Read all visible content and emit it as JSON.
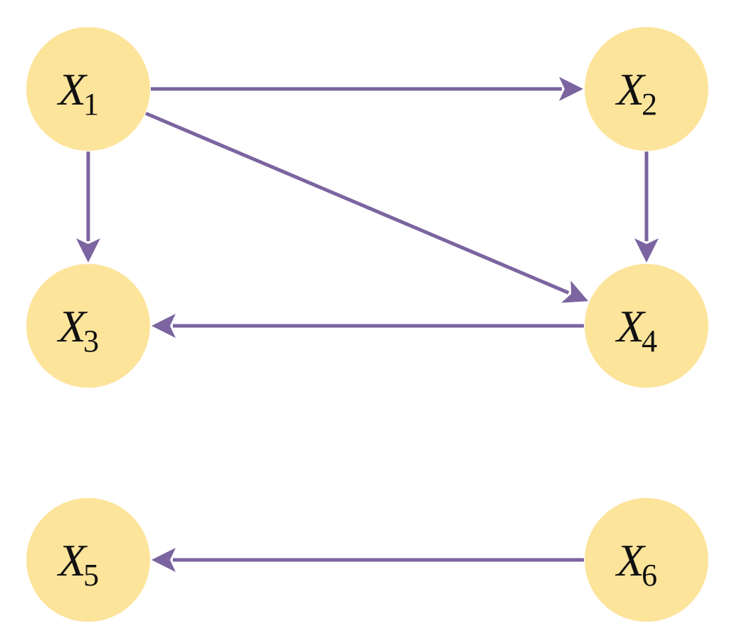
{
  "colors": {
    "node_fill": "#fde49b",
    "edge": "#7b64a0",
    "text": "#111111"
  },
  "nodes": [
    {
      "id": "x1",
      "var": "X",
      "sub": "1"
    },
    {
      "id": "x2",
      "var": "X",
      "sub": "2"
    },
    {
      "id": "x3",
      "var": "X",
      "sub": "3"
    },
    {
      "id": "x4",
      "var": "X",
      "sub": "4"
    },
    {
      "id": "x5",
      "var": "X",
      "sub": "5"
    },
    {
      "id": "x6",
      "var": "X",
      "sub": "6"
    }
  ],
  "edges": [
    {
      "from": "x1",
      "to": "x2"
    },
    {
      "from": "x1",
      "to": "x3"
    },
    {
      "from": "x1",
      "to": "x4"
    },
    {
      "from": "x2",
      "to": "x4"
    },
    {
      "from": "x4",
      "to": "x3"
    },
    {
      "from": "x6",
      "to": "x5"
    }
  ]
}
